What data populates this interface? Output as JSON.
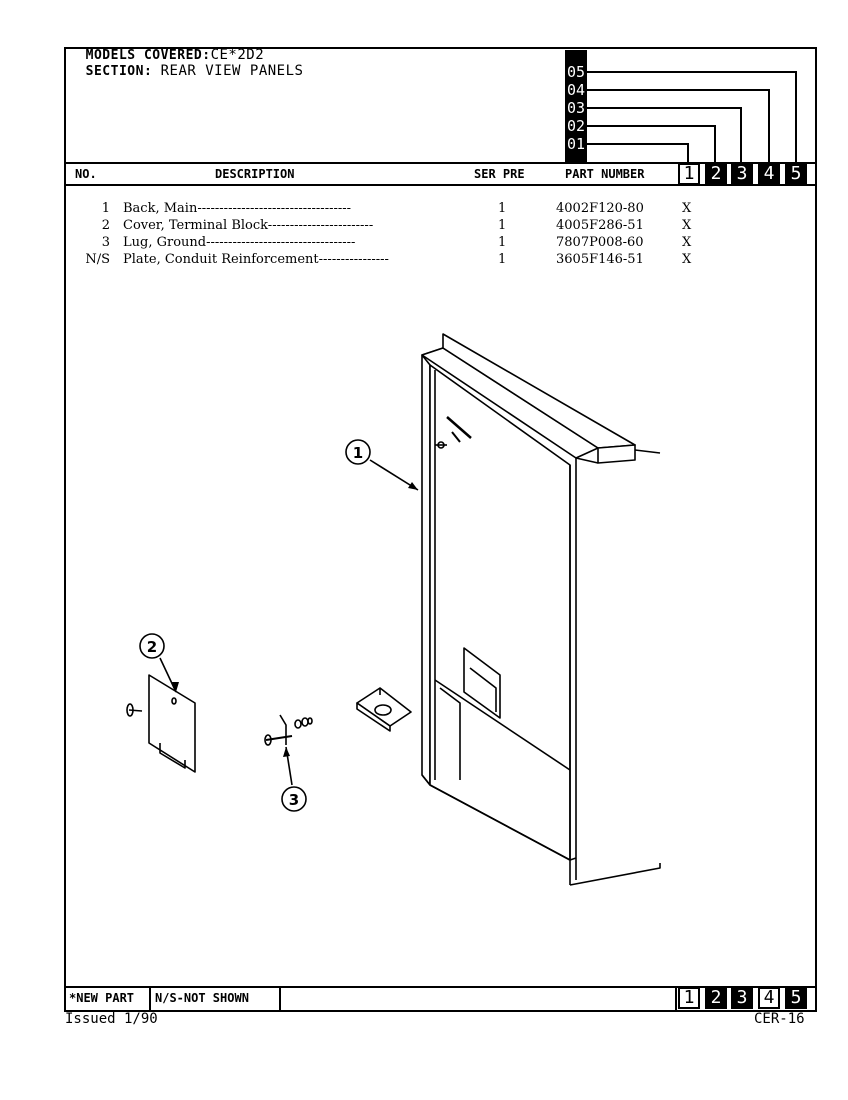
{
  "header": {
    "models_covered_label": "MODELS COVERED:",
    "models_covered_value": "CE*2D2",
    "section_label": "SECTION:",
    "section_value": "REAR VIEW PANELS"
  },
  "versions": [
    "05",
    "04",
    "03",
    "02",
    "01"
  ],
  "columns": {
    "no": "NO.",
    "description": "DESCRIPTION",
    "ser_pre": "SER PRE",
    "part_number": "PART NUMBER",
    "models": [
      "1",
      "2",
      "3",
      "4",
      "5"
    ]
  },
  "parts": [
    {
      "no": "1",
      "description": "Back, Main-----------------------------------",
      "qty": "1",
      "part_number": "4002F120-80",
      "mark": "X"
    },
    {
      "no": "2",
      "description": "Cover, Terminal Block------------------------",
      "qty": "1",
      "part_number": "4005F286-51",
      "mark": "X"
    },
    {
      "no": "3",
      "description": "Lug, Ground----------------------------------",
      "qty": "1",
      "part_number": "7807P008-60",
      "mark": "X"
    },
    {
      "no": "N/S",
      "description": "Plate, Conduit Reinforcement----------------",
      "qty": "1",
      "part_number": "3605F146-51",
      "mark": "X"
    }
  ],
  "callouts": [
    "1",
    "2",
    "3"
  ],
  "footer": {
    "new_part": "*NEW PART",
    "not_shown": "N/S-NOT SHOWN",
    "models": [
      "1",
      "2",
      "3",
      "4",
      "5"
    ],
    "issued": "Issued 1/90",
    "page_code": "CER-16"
  }
}
